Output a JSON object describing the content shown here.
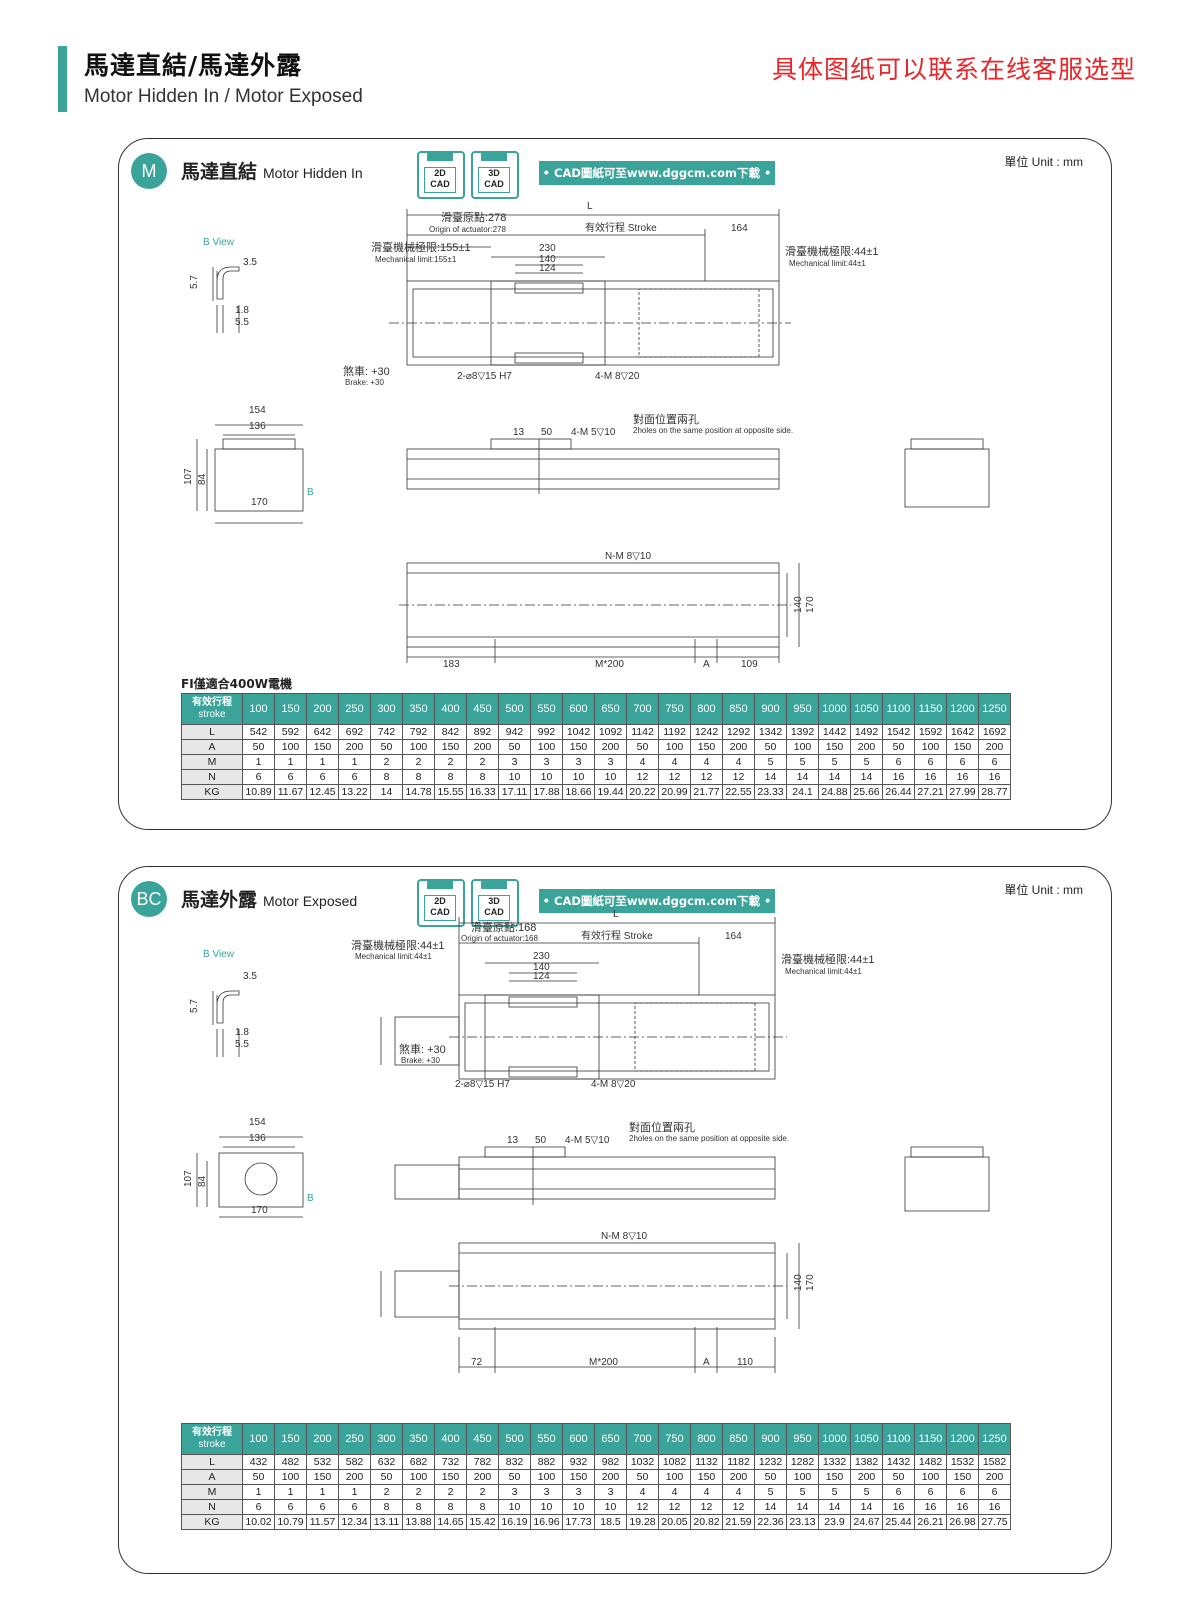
{
  "header": {
    "title": "馬達直結/馬達外露",
    "subtitle": "Motor Hidden In / Motor Exposed",
    "right_text": "具体图纸可以联系在线客服选型"
  },
  "cad": {
    "btn2d_line1": "2D",
    "btn2d_line2": "CAD",
    "btn3d_line1": "3D",
    "btn3d_line2": "CAD",
    "banner": "• CAD圖紙可至www.dggcm.com下載 •"
  },
  "unit_label": "單位 Unit : mm",
  "row_labels": {
    "stroke_cn": "有效行程",
    "stroke_en": "stroke",
    "L": "L",
    "A": "A",
    "M": "M",
    "N": "N",
    "KG": "KG"
  },
  "strokes": [
    "100",
    "150",
    "200",
    "250",
    "300",
    "350",
    "400",
    "450",
    "500",
    "550",
    "600",
    "650",
    "700",
    "750",
    "800",
    "850",
    "900",
    "950",
    "1000",
    "1050",
    "1100",
    "1150",
    "1200",
    "1250"
  ],
  "section_m": {
    "badge": "M",
    "title_cn": "馬達直結",
    "title_en": "Motor Hidden In",
    "note": "FI僅適合400W電機",
    "drawing": {
      "L": "L",
      "origin_cn": "滑臺原點:278",
      "origin_en": "Origin of actuator:278",
      "stroke": "有效行程  Stroke",
      "dim164": "164",
      "mech_left_cn": "滑臺機械極限:155±1",
      "mech_left_en": "Mechanical limit:155±1",
      "mech_right_cn": "滑臺機械極限:44±1",
      "mech_right_en": "Mechanical limit:44±1",
      "d230": "230",
      "d140": "140",
      "d124": "124",
      "brake_cn": "煞車: +30",
      "brake_en": "Brake: +30",
      "hole1": "2-⌀8▽15 H7",
      "hole2": "4-M 8▽20",
      "bview": "B  View",
      "b35": "3.5",
      "b57": "5.7",
      "b18": "1.8",
      "b55": "5.5",
      "e154": "154",
      "e136": "136",
      "e107": "107",
      "e84": "84",
      "e170": "170",
      "eB": "B",
      "s13": "13",
      "s50": "50",
      "s4m5": "4-M 5▽10",
      "opp_cn": "對面位置兩孔",
      "opp_en": "2holes on the same position at opposite side.",
      "nm": "N-M 8▽10",
      "b183": "183",
      "bM": "M*200",
      "bA": "A",
      "b109": "109",
      "b140": "140",
      "b170": "170"
    },
    "L": [
      "542",
      "592",
      "642",
      "692",
      "742",
      "792",
      "842",
      "892",
      "942",
      "992",
      "1042",
      "1092",
      "1142",
      "1192",
      "1242",
      "1292",
      "1342",
      "1392",
      "1442",
      "1492",
      "1542",
      "1592",
      "1642",
      "1692"
    ],
    "A": [
      "50",
      "100",
      "150",
      "200",
      "50",
      "100",
      "150",
      "200",
      "50",
      "100",
      "150",
      "200",
      "50",
      "100",
      "150",
      "200",
      "50",
      "100",
      "150",
      "200",
      "50",
      "100",
      "150",
      "200"
    ],
    "M": [
      "1",
      "1",
      "1",
      "1",
      "2",
      "2",
      "2",
      "2",
      "3",
      "3",
      "3",
      "3",
      "4",
      "4",
      "4",
      "4",
      "5",
      "5",
      "5",
      "5",
      "6",
      "6",
      "6",
      "6"
    ],
    "N": [
      "6",
      "6",
      "6",
      "6",
      "8",
      "8",
      "8",
      "8",
      "10",
      "10",
      "10",
      "10",
      "12",
      "12",
      "12",
      "12",
      "14",
      "14",
      "14",
      "14",
      "16",
      "16",
      "16",
      "16"
    ],
    "KG": [
      "10.89",
      "11.67",
      "12.45",
      "13.22",
      "14",
      "14.78",
      "15.55",
      "16.33",
      "17.11",
      "17.88",
      "18.66",
      "19.44",
      "20.22",
      "20.99",
      "21.77",
      "22.55",
      "23.33",
      "24.1",
      "24.88",
      "25.66",
      "26.44",
      "27.21",
      "27.99",
      "28.77"
    ]
  },
  "section_bc": {
    "badge": "BC",
    "title_cn": "馬達外露",
    "title_en": "Motor Exposed",
    "drawing": {
      "L": "L",
      "origin_cn": "滑臺原點:168",
      "origin_en": "Origin of actuator:168",
      "stroke": "有效行程  Stroke",
      "dim164": "164",
      "mech_left_cn": "滑臺機械極限:44±1",
      "mech_left_en": "Mechanical limit:44±1",
      "mech_right_cn": "滑臺機械極限:44±1",
      "mech_right_en": "Mechanical limit:44±1",
      "d230": "230",
      "d140": "140",
      "d124": "124",
      "brake_cn": "煞車: +30",
      "brake_en": "Brake: +30",
      "hole1": "2-⌀8▽15 H7",
      "hole2": "4-M 8▽20",
      "bview": "B  View",
      "b35": "3.5",
      "b57": "5.7",
      "b18": "1.8",
      "b55": "5.5",
      "e154": "154",
      "e136": "136",
      "e107": "107",
      "e84": "84",
      "e170": "170",
      "eB": "B",
      "s13": "13",
      "s50": "50",
      "s4m5": "4-M 5▽10",
      "opp_cn": "對面位置兩孔",
      "opp_en": "2holes on the same position at opposite side.",
      "nm": "N-M 8▽10",
      "b183": "72",
      "bM": "M*200",
      "bA": "A",
      "b109": "110",
      "b140": "140",
      "b170": "170"
    },
    "L": [
      "432",
      "482",
      "532",
      "582",
      "632",
      "682",
      "732",
      "782",
      "832",
      "882",
      "932",
      "982",
      "1032",
      "1082",
      "1132",
      "1182",
      "1232",
      "1282",
      "1332",
      "1382",
      "1432",
      "1482",
      "1532",
      "1582"
    ],
    "A": [
      "50",
      "100",
      "150",
      "200",
      "50",
      "100",
      "150",
      "200",
      "50",
      "100",
      "150",
      "200",
      "50",
      "100",
      "150",
      "200",
      "50",
      "100",
      "150",
      "200",
      "50",
      "100",
      "150",
      "200"
    ],
    "M": [
      "1",
      "1",
      "1",
      "1",
      "2",
      "2",
      "2",
      "2",
      "3",
      "3",
      "3",
      "3",
      "4",
      "4",
      "4",
      "4",
      "5",
      "5",
      "5",
      "5",
      "6",
      "6",
      "6",
      "6"
    ],
    "N": [
      "6",
      "6",
      "6",
      "6",
      "8",
      "8",
      "8",
      "8",
      "10",
      "10",
      "10",
      "10",
      "12",
      "12",
      "12",
      "12",
      "14",
      "14",
      "14",
      "14",
      "16",
      "16",
      "16",
      "16"
    ],
    "KG": [
      "10.02",
      "10.79",
      "11.57",
      "12.34",
      "13.11",
      "13.88",
      "14.65",
      "15.42",
      "16.19",
      "16.96",
      "17.73",
      "18.5",
      "19.28",
      "20.05",
      "20.82",
      "21.59",
      "22.36",
      "23.13",
      "23.9",
      "24.67",
      "25.44",
      "26.21",
      "26.98",
      "27.75"
    ]
  }
}
